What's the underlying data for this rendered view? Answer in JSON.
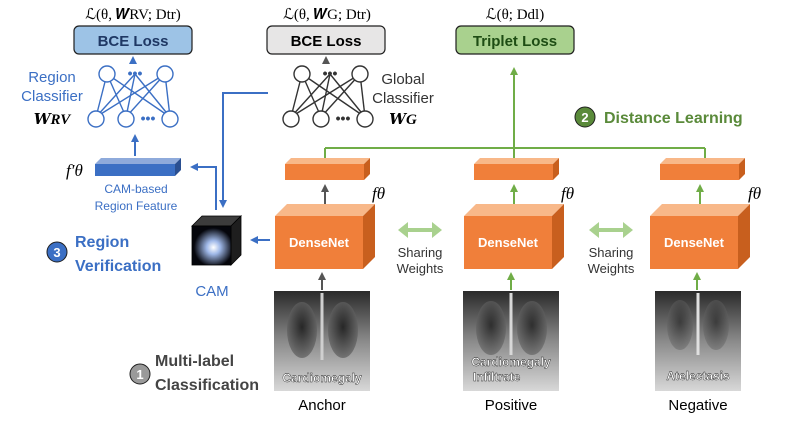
{
  "losses": {
    "region": {
      "formula": "ℒ(θ, 𝑾RV; Dtr)",
      "label": "BCE Loss"
    },
    "global": {
      "formula": "ℒ(θ, 𝑾G; Dtr)",
      "label": "BCE Loss"
    },
    "triplet": {
      "formula": "ℒ(θ; Ddl)",
      "label": "Triplet Loss"
    }
  },
  "region_classifier": {
    "line1": "Region",
    "line2": "Classifier",
    "weight": "𝑾RV"
  },
  "global_classifier": {
    "line1": "Global",
    "line2": "Classifier",
    "weight": "𝑾G"
  },
  "f_theta": "fθ",
  "f_theta_prime": "f′θ",
  "cam_feature": {
    "line1": "CAM-based",
    "line2": "Region Feature"
  },
  "cam_label": "CAM",
  "densenet_label": "DenseNet",
  "sharing": {
    "line1": "Sharing",
    "line2": "Weights"
  },
  "steps": [
    {
      "number": "1",
      "line1": "Multi-label",
      "line2": "Classification",
      "color": "#9a9a9a"
    },
    {
      "number": "2",
      "line1": "Distance Learning",
      "color": "#5a8a3a"
    },
    {
      "number": "3",
      "line1": "Region",
      "line2": "Verification",
      "color": "#3b6fc4"
    }
  ],
  "images": {
    "anchor": {
      "tags": [
        "Cardiomegaly"
      ],
      "caption": "Anchor"
    },
    "positive": {
      "tags": [
        "Cardiomegaly",
        "Infiltrate"
      ],
      "caption": "Positive"
    },
    "negative": {
      "tags": [
        "Atelectasis"
      ],
      "caption": "Negative"
    }
  },
  "colors": {
    "densenet": "#f07f3a",
    "feature": "#f07f3a",
    "region_feature": "#3b6fc4",
    "blue": "#3b6fc4",
    "green": "#70ad47",
    "bce_fill": "#9dc3e6",
    "global_fill": "#e7e6e6",
    "triplet_fill": "#a9d18e"
  }
}
